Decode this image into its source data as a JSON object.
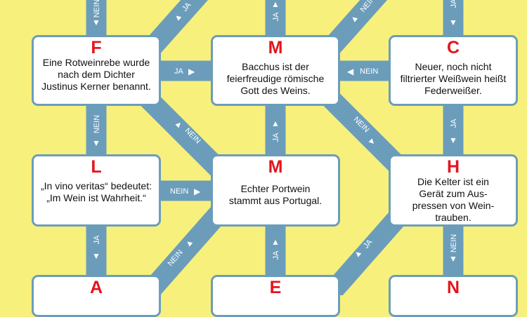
{
  "boxes": [
    {
      "letter": "F",
      "text": "Eine Rotweinrebe wurde nach dem Dichter Justinus Kerner benannt."
    },
    {
      "letter": "M",
      "text": "Bacchus ist der feierfreudige römische Gott des Weins."
    },
    {
      "letter": "C",
      "text": "Neuer, noch nicht filtrierter Weißwein heißt Federweißer."
    },
    {
      "letter": "L",
      "text": "„In vino veritas“ bedeutet: „Im Wein ist Wahrheit.“"
    },
    {
      "letter": "M",
      "text": "Echter Portwein stammt aus Portugal."
    },
    {
      "letter": "H",
      "text": "Die Kelter ist ein Gerät zum Aus-pressen von Wein-trauben."
    },
    {
      "letter": "A",
      "text": ""
    },
    {
      "letter": "E",
      "text": ""
    },
    {
      "letter": "N",
      "text": ""
    }
  ],
  "connectors": [
    "NEIN",
    "JA",
    "JA",
    "NEIN",
    "JA",
    "JA",
    "NEIN",
    "NEIN",
    "NEIN",
    "JA",
    "NEIN",
    "JA",
    "NEIN",
    "JA",
    "NEIN",
    "JA",
    "JA",
    "NEIN"
  ],
  "colors": {
    "background": "#f8f07c",
    "path": "#6b9dbb",
    "letter": "#e3151d"
  }
}
